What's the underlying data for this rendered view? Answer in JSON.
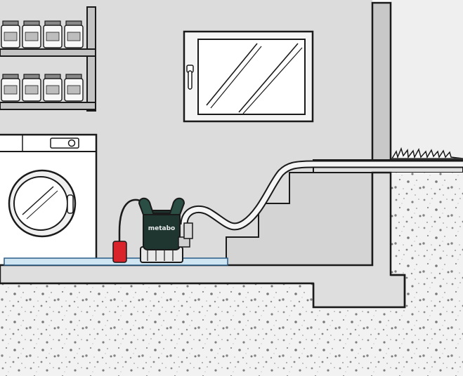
{
  "pump": {
    "brand_label": "metabo",
    "body_color": "#1f3530",
    "accent_color": "#2a4d44"
  },
  "float_switch": {
    "color": "#d8242a"
  },
  "water": {
    "color": "#cfe6f2",
    "outline": "#2a5d88"
  },
  "palette": {
    "wall": "#dcdcdc",
    "wall_light": "#efefef",
    "floor_fill": "#e4e4e4",
    "ink": "#1a1a1a"
  },
  "icons": [
    "shelf-jars",
    "washing-machine",
    "window-handle",
    "grass-tuft"
  ]
}
